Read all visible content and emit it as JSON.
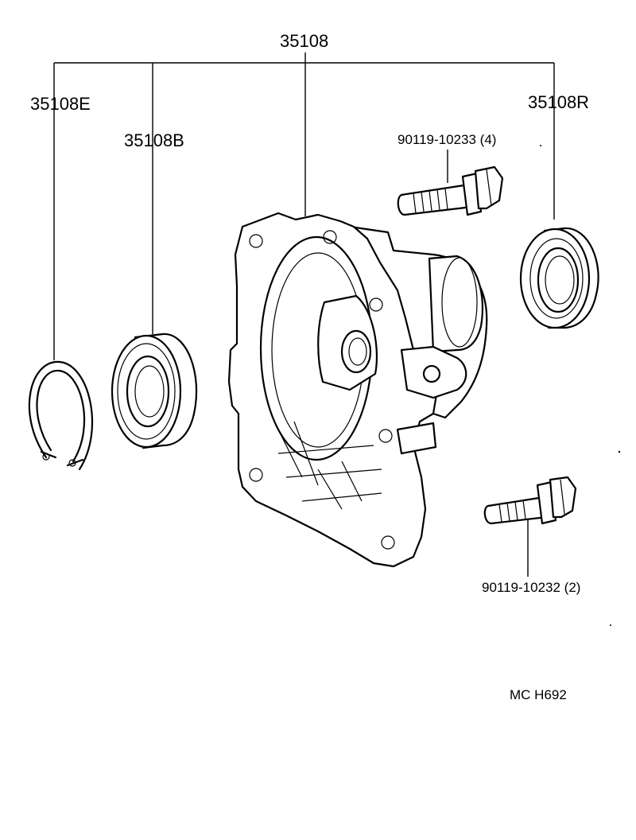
{
  "labels": {
    "assembly": "35108",
    "snap_ring": "35108E",
    "bearing": "35108B",
    "oil_seal": "35108R",
    "bolt_upper": "90119-10233 (4)",
    "bolt_lower": "90119-10232 (2)",
    "figure_code": "MC  H692"
  },
  "colors": {
    "line": "#000000",
    "background": "#ffffff"
  }
}
